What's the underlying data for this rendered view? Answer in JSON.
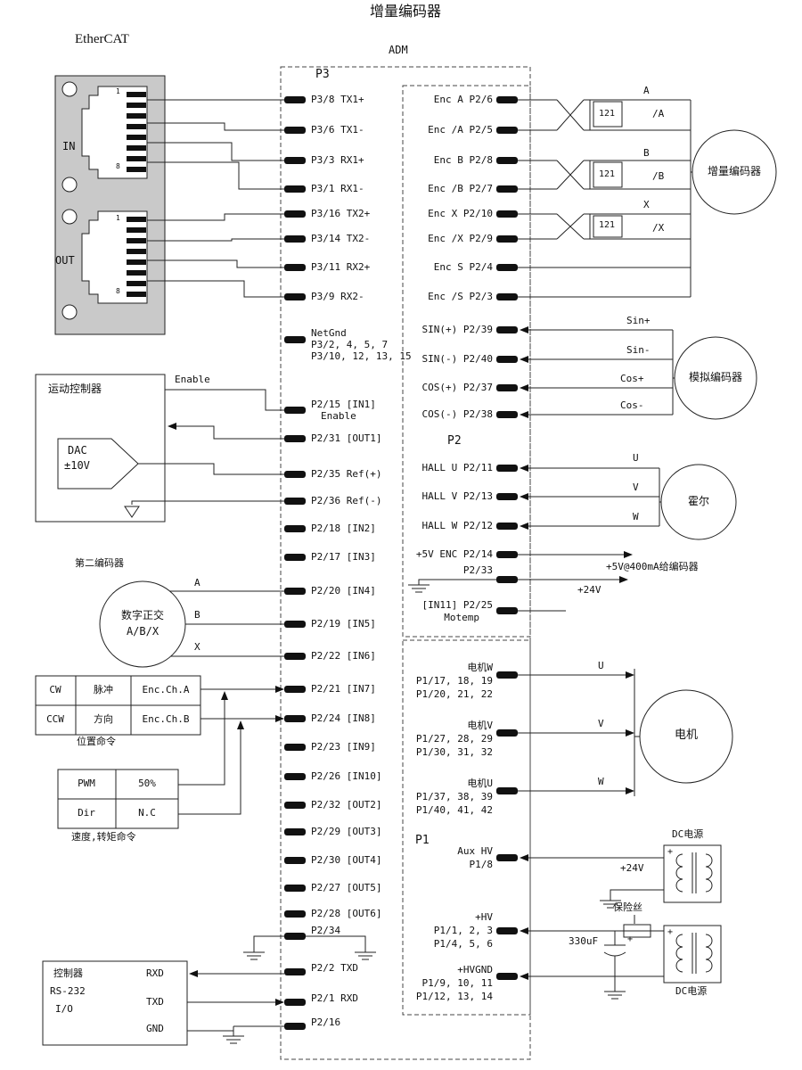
{
  "title": "增量编码器",
  "ethercat": {
    "title": "EtherCAT",
    "in": "IN",
    "out": "OUT",
    "pin1": "1",
    "pin8": "8"
  },
  "adm": {
    "name": "ADM",
    "p3": "P3",
    "p2": "P2",
    "p1": "P1",
    "p3_pins": [
      "P3/8 TX1+",
      "P3/6 TX1-",
      "P3/3 RX1+",
      "P3/1 RX1-",
      "P3/16 TX2+",
      "P3/14 TX2-",
      "P3/11 RX2+",
      "P3/9 RX2-"
    ],
    "netgnd": [
      "NetGnd",
      "P3/2, 4, 5, 7",
      "P3/10, 12, 13, 15"
    ],
    "io_pins": [
      "P2/15 [IN1]",
      "P2/31 [OUT1]",
      "P2/35 Ref(+)",
      "P2/36 Ref(-)",
      "P2/18 [IN2]",
      "P2/17 [IN3]",
      "P2/20 [IN4]",
      "P2/19 [IN5]",
      "P2/22 [IN6]",
      "P2/21 [IN7]",
      "P2/24 [IN8]",
      "P2/23 [IN9]",
      "P2/26 [IN10]",
      "P2/32 [OUT2]",
      "P2/29 [OUT3]",
      "P2/30 [OUT4]",
      "P2/27 [OUT5]",
      "P2/28 [OUT6]",
      "P2/34",
      "P2/2 TXD",
      "P2/1 RXD",
      "P2/16"
    ],
    "in1_sub": "Enable",
    "enc_pins": [
      "Enc A P2/6",
      "Enc /A P2/5",
      "Enc B P2/8",
      "Enc /B P2/7",
      "Enc X P2/10",
      "Enc /X P2/9",
      "Enc S P2/4",
      "Enc /S P2/3"
    ],
    "sincos_pins": [
      "SIN(+) P2/39",
      "SIN(-) P2/40",
      "COS(+) P2/37",
      "COS(-) P2/38"
    ],
    "hall_pins": [
      "HALL U P2/11",
      "HALL V P2/13",
      "HALL W P2/12"
    ],
    "enc5v": "+5V ENC P2/14",
    "p2_33": "P2/33",
    "in11": "[IN11] P2/25",
    "motemp": "Motemp",
    "motor_pins": [
      {
        "name": "电机W",
        "a": "P1/17, 18, 19",
        "b": "P1/20, 21, 22"
      },
      {
        "name": "电机V",
        "a": "P1/27, 28, 29",
        "b": "P1/30, 31, 32"
      },
      {
        "name": "电机U",
        "a": "P1/37, 38, 39",
        "b": "P1/40, 41, 42"
      }
    ],
    "aux_hv": {
      "name": "Aux HV",
      "a": "P1/8"
    },
    "hv": {
      "name": "+HV",
      "a": "P1/1, 2, 3",
      "b": "P1/4, 5, 6"
    },
    "hvgnd": {
      "name": "+HVGND",
      "a": "P1/9, 10, 11",
      "b": "P1/12, 13, 14"
    }
  },
  "right": {
    "pairs": [
      "A",
      "/A",
      "B",
      "/B",
      "X",
      "/X"
    ],
    "r121": "121",
    "inc_encoder": "增量编码器",
    "sincos": [
      "Sin+",
      "Sin-",
      "Cos+",
      "Cos-"
    ],
    "analog_encoder": "模拟编码器",
    "hall_sig": [
      "U",
      "V",
      "W"
    ],
    "hall": "霍尔",
    "enc_supply": "+5V@400mA给编码器",
    "v24_a": "+24V",
    "motor_sig": [
      "U",
      "V",
      "W"
    ],
    "motor": "电机",
    "dc_a": "DC电源",
    "v24_b": "+24V",
    "fuse": "保险丝",
    "cap": "330uF",
    "dc_b": "DC电源",
    "plus": "+"
  },
  "left": {
    "motion": "运动控制器",
    "enable": "Enable",
    "dac": "DAC",
    "dac_range": "±10V",
    "enc2_title": "第二编码器",
    "quad1": "数字正交",
    "quad2": "A/B/X",
    "quad_sig": [
      "A",
      "B",
      "X"
    ],
    "pos_rows": [
      [
        "CW",
        "脉冲",
        "Enc.Ch.A"
      ],
      [
        "CCW",
        "方向",
        "Enc.Ch.B"
      ]
    ],
    "pos_caption": "位置命令",
    "spd_rows": [
      [
        "PWM",
        "50%"
      ],
      [
        "Dir",
        "N.C"
      ]
    ],
    "spd_caption": "速度,转矩命令",
    "ctrl": [
      "控制器",
      "RS-232",
      "I/O"
    ],
    "serial": [
      "RXD",
      "TXD",
      "GND"
    ]
  }
}
